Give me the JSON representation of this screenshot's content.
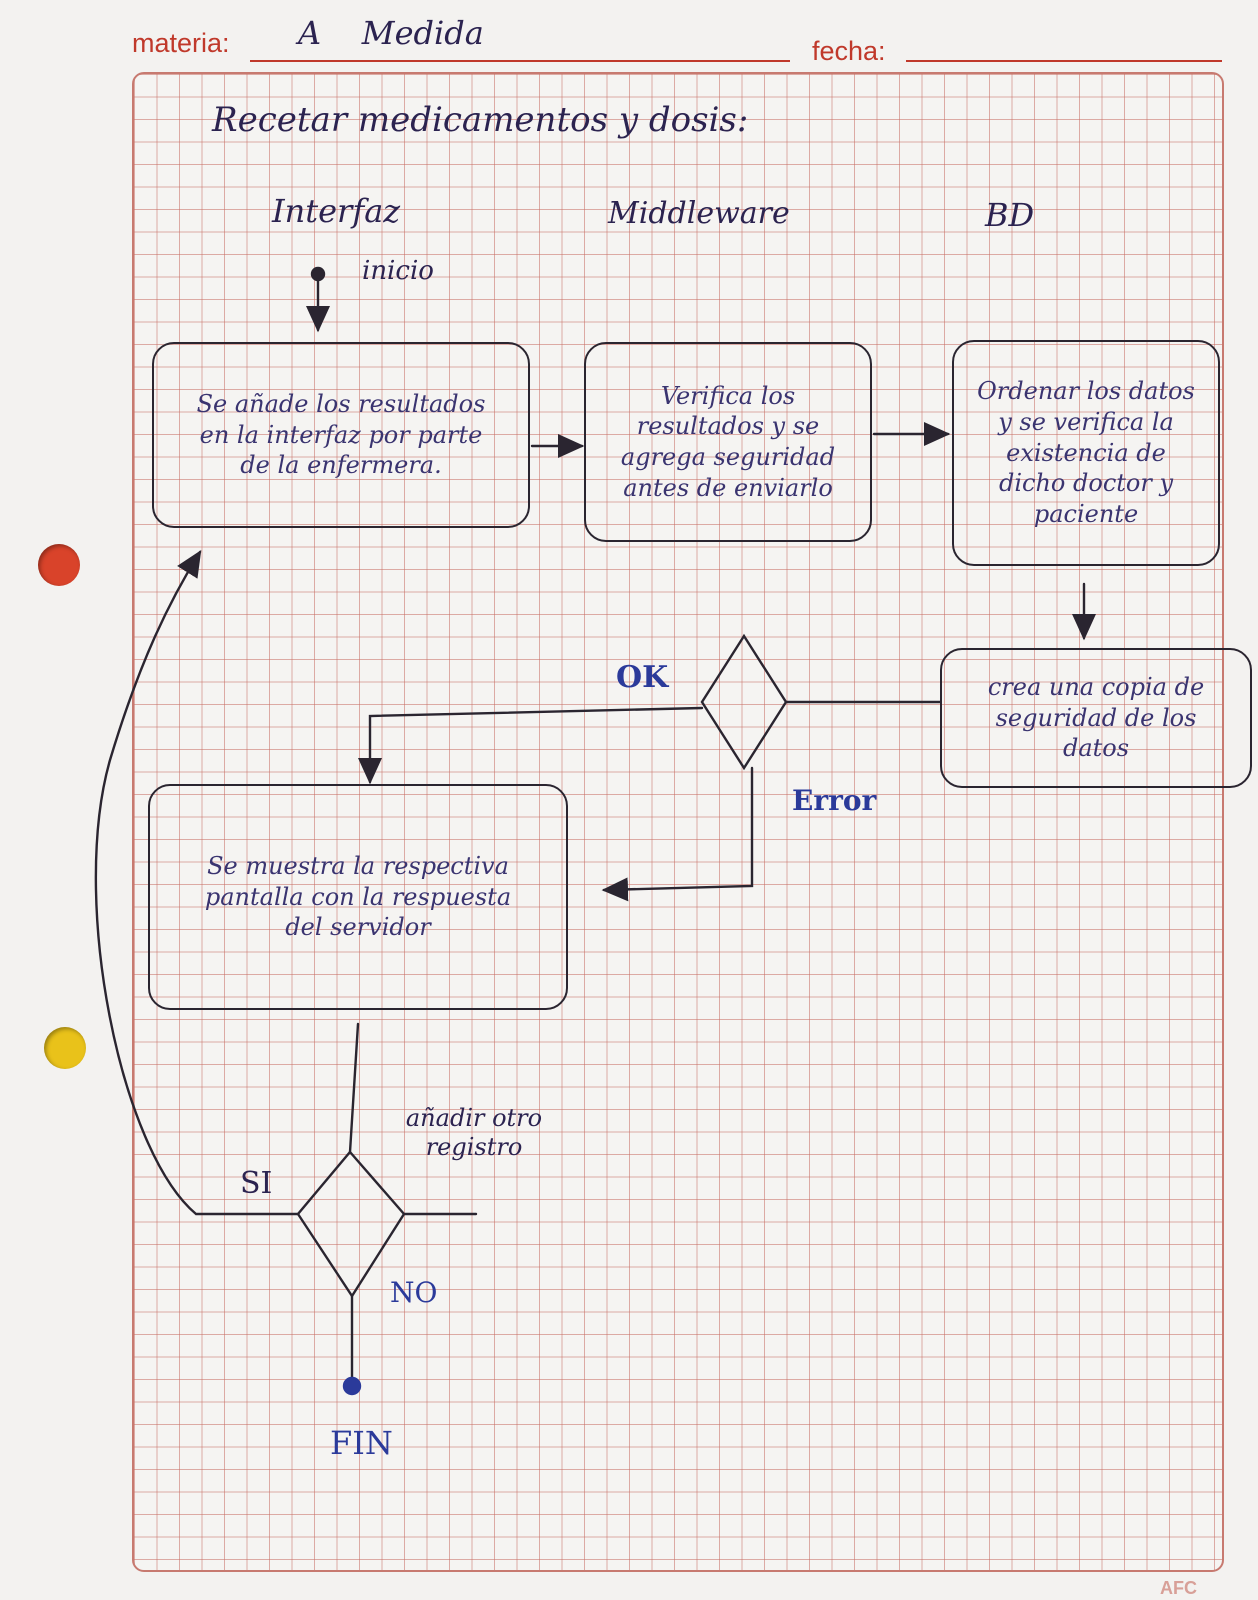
{
  "header": {
    "materia_label": "materia:",
    "materia_value": "A    Medida",
    "fecha_label": "fecha:"
  },
  "diagram": {
    "title": "Recetar medicamentos y dosis:",
    "lanes": {
      "interfaz": "Interfaz",
      "middleware": "Middleware",
      "bd": "BD"
    },
    "start_label": "inicio",
    "nodes": {
      "add_results": "Se añade los resultados en la interfaz por parte de la enfermera.",
      "verify_results": "Verifica los resultados y se agrega seguridad antes de enviarlo",
      "order_data": "Ordenar los datos y se verifica la existencia de dicho doctor y paciente",
      "backup": "crea una copia de seguridad de los datos",
      "show_screen": "Se muestra la respectiva pantalla con la respuesta del servidor"
    },
    "decision_labels": {
      "ok": "OK",
      "error": "Error",
      "add_another": "añadir otro registro",
      "yes": "SI",
      "no": "NO"
    },
    "end_label": "FIN"
  },
  "brand": "AFC",
  "colors": {
    "ink": "#2a2530",
    "blue_ink": "#2b3a9a",
    "grid_red": "#c0392b"
  }
}
